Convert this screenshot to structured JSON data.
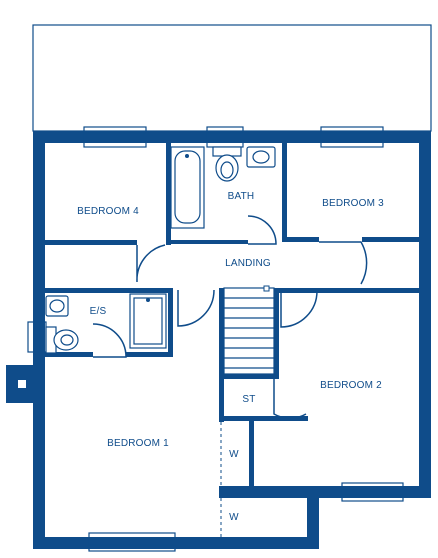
{
  "colors": {
    "wall": "#0f4c8a",
    "background": "#ffffff"
  },
  "rooms": {
    "bedroom4": "BEDROOM 4",
    "bath": "BATH",
    "bedroom3": "BEDROOM 3",
    "landing": "LANDING",
    "ensuite": "E/S",
    "bedroom2": "BEDROOM 2",
    "store": "ST",
    "bedroom1": "BEDROOM 1",
    "wardrobe_upper": "W",
    "wardrobe_lower": "W"
  }
}
